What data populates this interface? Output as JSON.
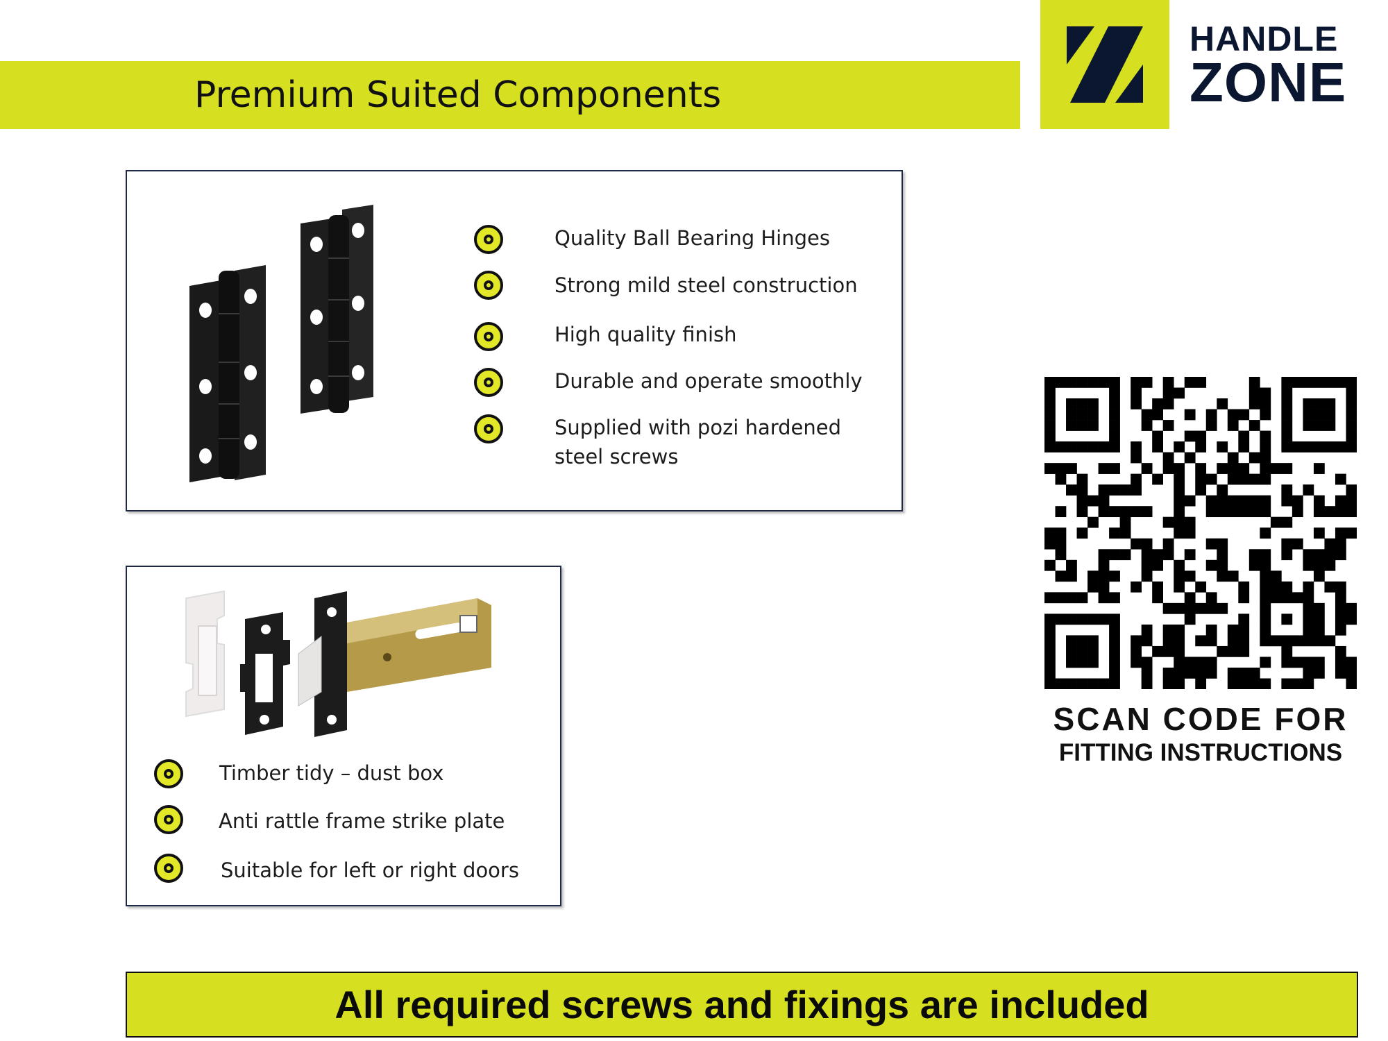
{
  "header": {
    "title": "Premium Suited Components"
  },
  "logo": {
    "line1": "HANDLE",
    "line2": "ZONE"
  },
  "hinges_panel": {
    "image_icon": "black-ball-bearing-hinges",
    "features": [
      "Quality Ball Bearing Hinges",
      "Strong mild steel construction",
      "High quality finish",
      "Durable and operate smoothly",
      "Supplied with pozi hardened",
      "steel screws"
    ]
  },
  "latch_panel": {
    "image_icon": "tubular-latch-strike-plate-dust-box",
    "features": [
      "Timber tidy – dust box",
      "Anti rattle frame strike plate",
      "Suitable for left or right doors"
    ]
  },
  "qr": {
    "icon": "qr-code",
    "caption_line1": "SCAN CODE FOR",
    "caption_line2": "FITTING INSTRUCTIONS"
  },
  "footer": {
    "text": "All required screws and fixings are included"
  },
  "colors": {
    "brand_lime": "#d6e021",
    "navy": "#0b1730",
    "border": "#1e2a45"
  }
}
